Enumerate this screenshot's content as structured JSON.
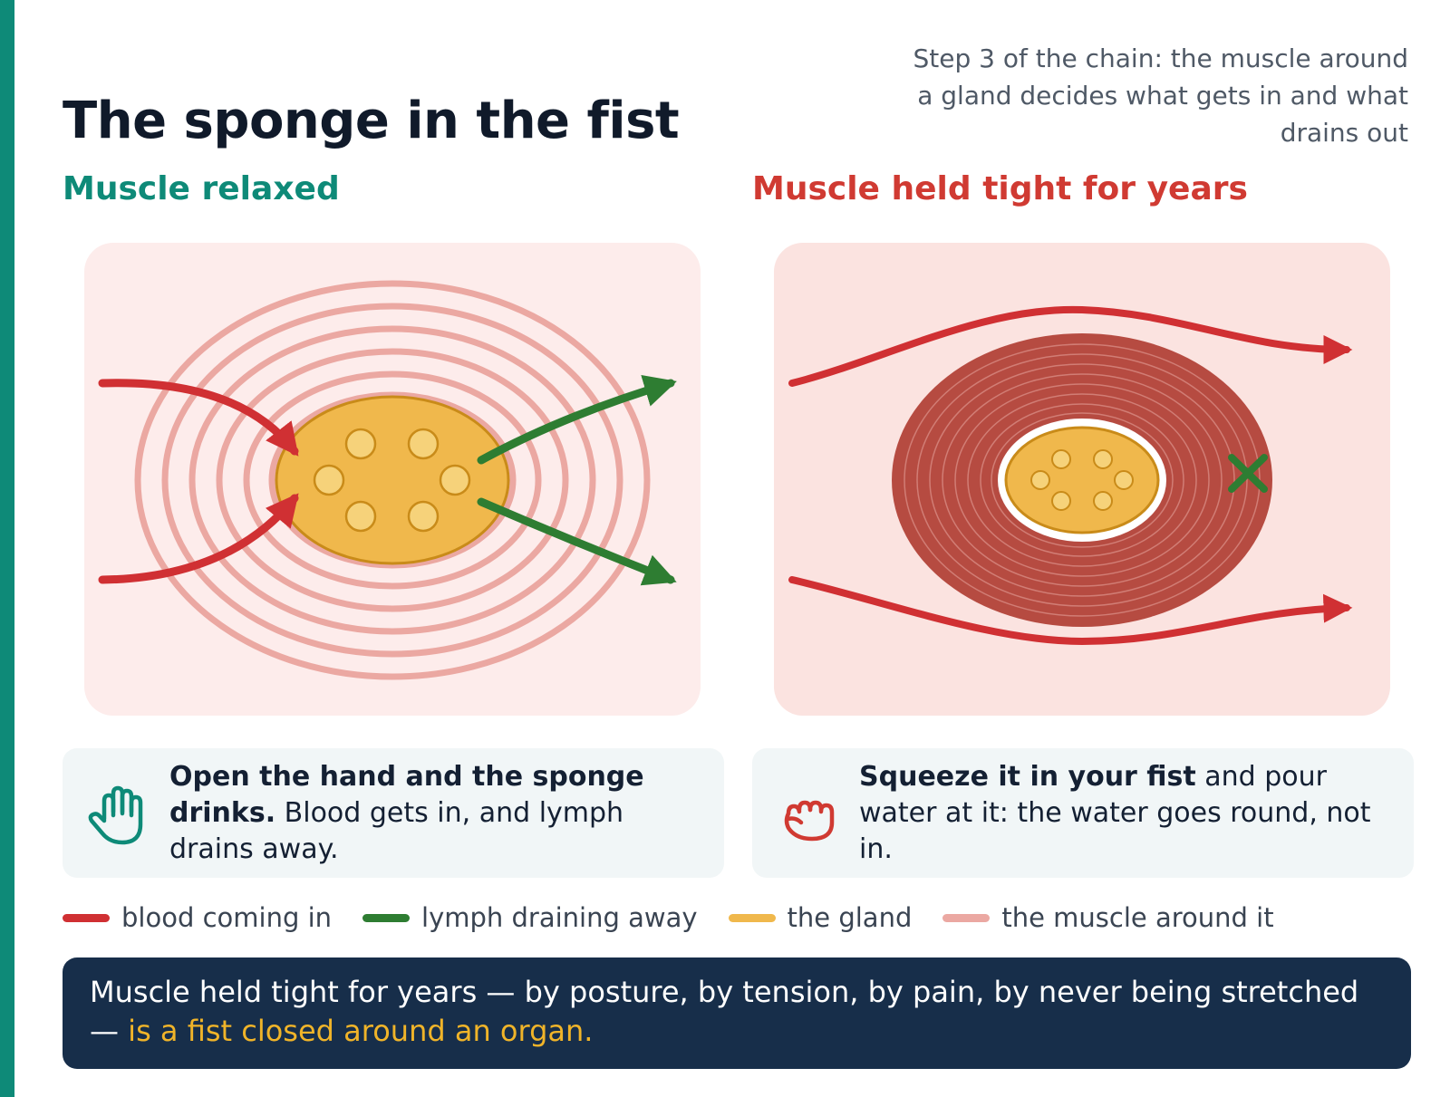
{
  "title": "The sponge in the fist",
  "subtitle": "Step 3 of the chain: the muscle around a gland decides what gets in and what drains out",
  "panels": [
    {
      "heading": "Muscle relaxed",
      "heading_color": "#0e8a78",
      "icon": "open-hand-icon",
      "caption_bold": "Open the hand and the sponge drinks.",
      "caption_rest": " Blood gets in, and lymph drains away."
    },
    {
      "heading": "Muscle held tight for years",
      "heading_color": "#d03a32",
      "icon": "closed-fist-icon",
      "caption_bold": "Squeeze it in your fist",
      "caption_rest": " and pour water at it: the water goes round, not in."
    }
  ],
  "legend": [
    {
      "label": "blood coming in",
      "color": "#d03033"
    },
    {
      "label": "lymph draining away",
      "color": "#2e7d32"
    },
    {
      "label": "the gland",
      "color": "#f0b84c"
    },
    {
      "label": "the muscle around it",
      "color": "#eba8a2"
    }
  ],
  "callout": {
    "text": "Muscle held tight for years — by posture, by tension, by pain, by never being stretched — ",
    "highlight": "is a fist closed around an organ."
  },
  "colors": {
    "blood": "#d03033",
    "lymph": "#2e7d32",
    "gland": "#f0b84c",
    "muscle_relaxed": "#eba8a2",
    "muscle_tight": "#b64b41"
  }
}
